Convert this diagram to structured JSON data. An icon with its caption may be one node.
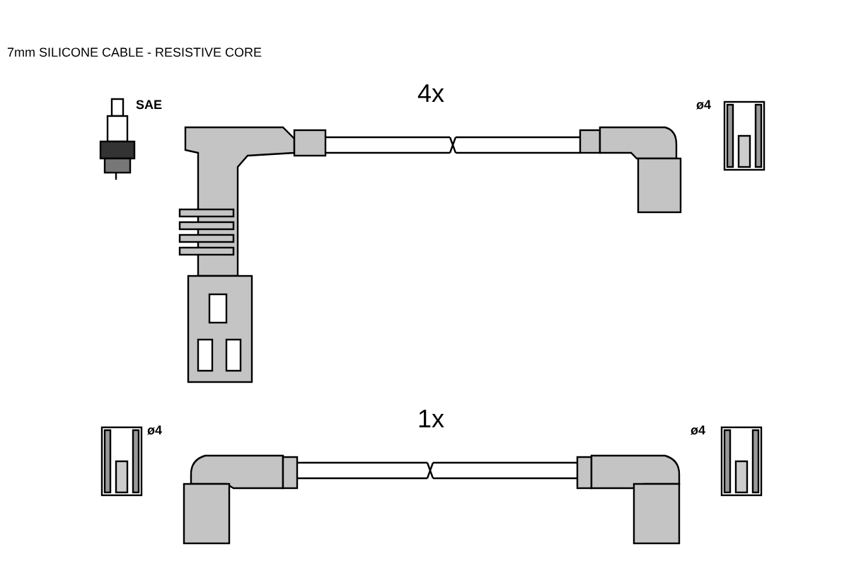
{
  "diagram": {
    "labels": [
      "7mm SILICONE CABLE - RESISTIVE CORE",
      "4x",
      "SAE",
      "ø4",
      "1x",
      "ø4",
      "ø4"
    ]
  }
}
